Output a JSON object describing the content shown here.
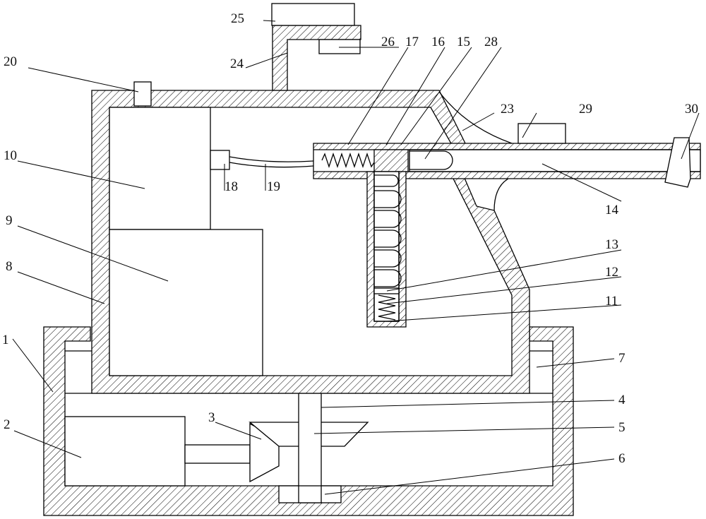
{
  "labels": [
    "1",
    "2",
    "3",
    "4",
    "5",
    "6",
    "7",
    "8",
    "9",
    "10",
    "11",
    "12",
    "13",
    "14",
    "15",
    "16",
    "17",
    "18",
    "19",
    "20",
    "23",
    "24",
    "25",
    "26",
    "28",
    "29",
    "30"
  ]
}
